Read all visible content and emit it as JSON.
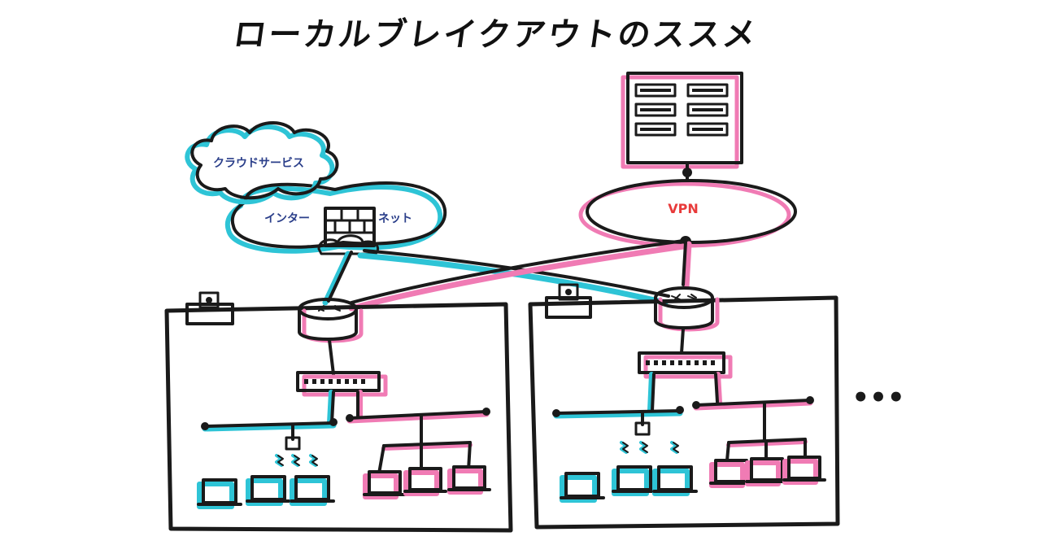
{
  "title": "ローカルブレイクアウトのススメ",
  "labels": {
    "cloud": "クラウドサービス",
    "internet_left": "インター",
    "internet_right": "ネット",
    "vpn": "VPN",
    "ellipsis": "•••"
  },
  "colors": {
    "ink": "#1a1a1a",
    "local_breakout": "#2ec4d6",
    "vpn_path": "#f07bb4",
    "cloud_text": "#2b3f8a",
    "vpn_text": "#e83a3a"
  }
}
